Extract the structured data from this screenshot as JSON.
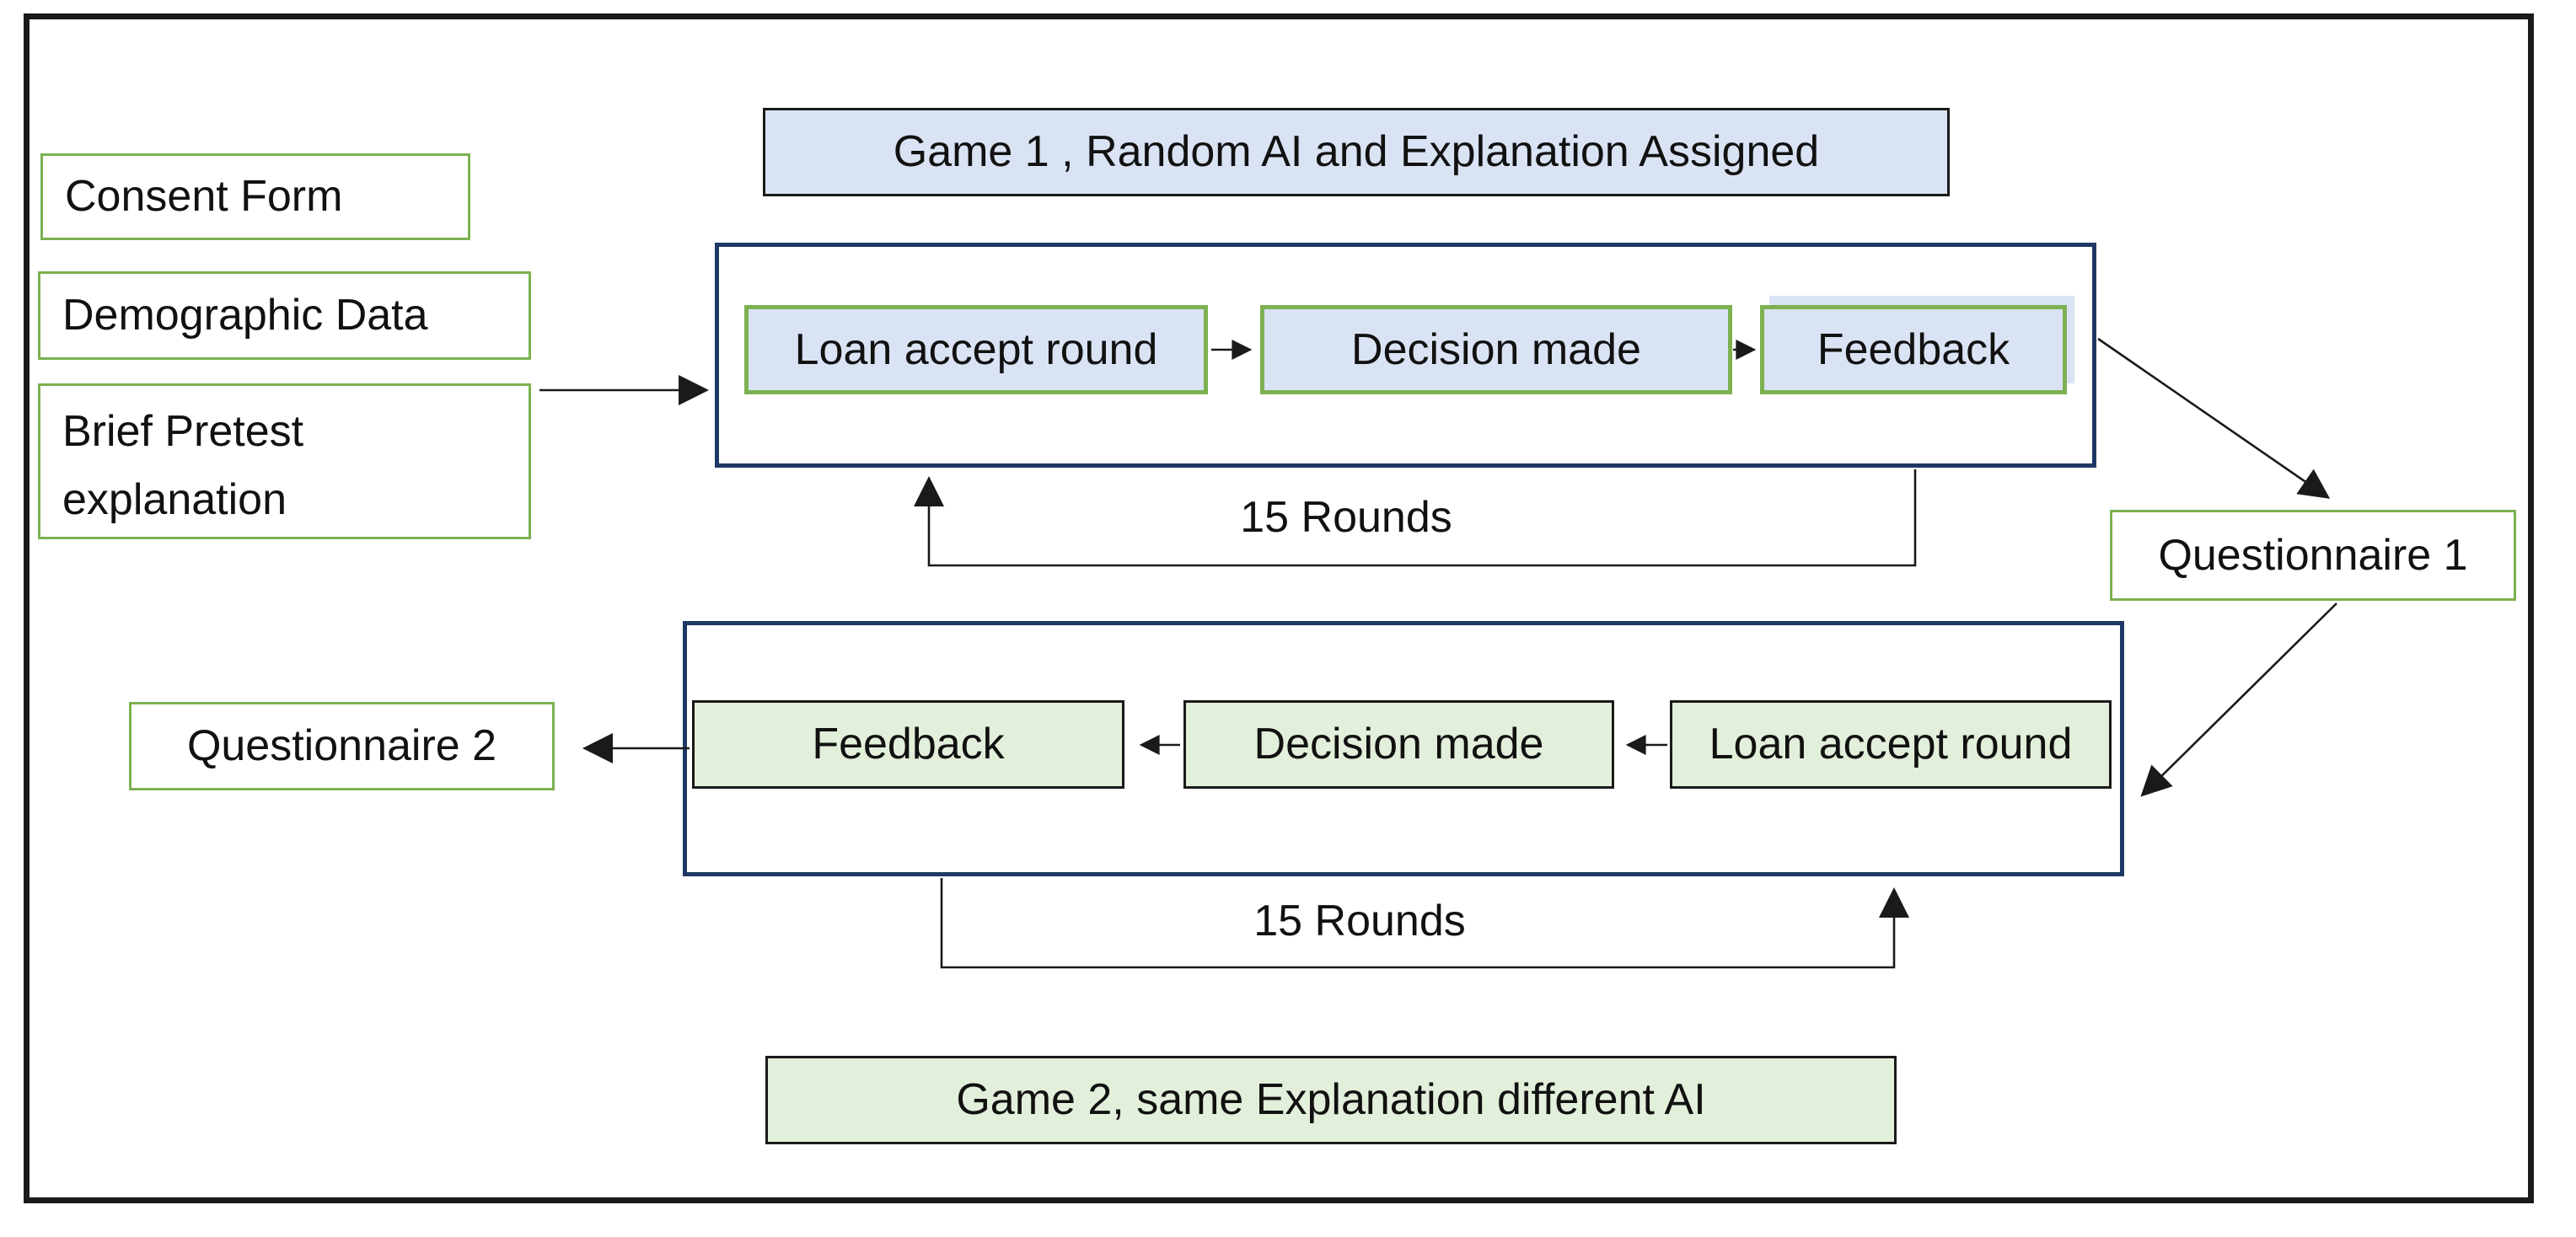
{
  "colors": {
    "blue_fill": "#dae3f3",
    "green_fill": "#e2efda",
    "green_border": "#7cb152",
    "navy_border": "#1f3864",
    "line": "#1a1a1a"
  },
  "intro": {
    "consent_form": "Consent Form",
    "demographic_data": "Demographic Data",
    "pretest": "Brief Pretest explanation"
  },
  "game1": {
    "title": "Game 1 , Random AI and Explanation Assigned",
    "steps": [
      "Loan accept round",
      "Decision made",
      "Feedback"
    ],
    "rounds_label": "15 Rounds"
  },
  "game2": {
    "title": "Game 2, same Explanation different AI",
    "steps": [
      "Feedback",
      "Decision made",
      "Loan accept round"
    ],
    "rounds_label": "15 Rounds"
  },
  "questionnaire1": "Questionnaire 1",
  "questionnaire2": "Questionnaire 2"
}
